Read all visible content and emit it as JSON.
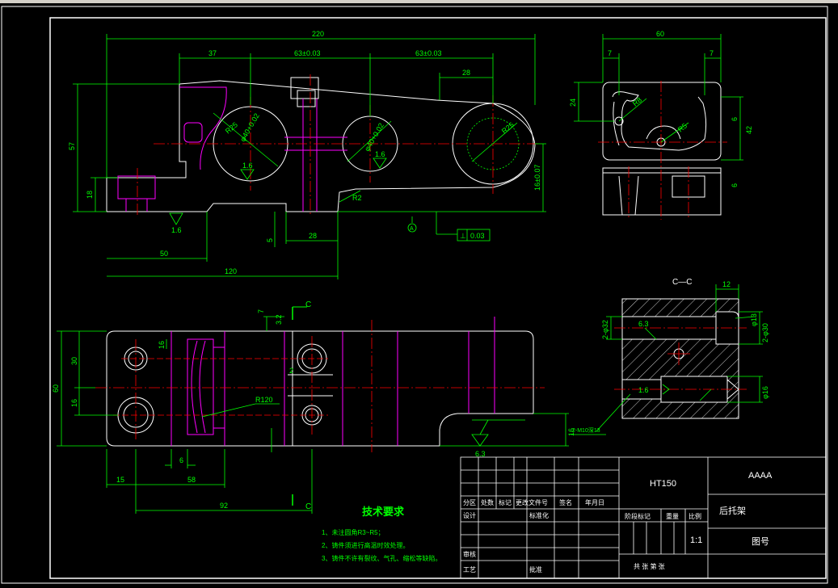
{
  "window": {
    "top_strip": ""
  },
  "colors": {
    "background": "#000000",
    "outline": "#ffffff",
    "dimension": "#00ff00",
    "centerline": "#ff0000",
    "hidden": "#ff00ff"
  },
  "front_view": {
    "dims": {
      "overall": "220",
      "d37": "37",
      "d63a": "63±0.03",
      "d63b": "63±0.03",
      "d28": "28",
      "height57": "57",
      "h18": "18",
      "d50": "50",
      "d120": "120",
      "d28b": "28",
      "d5": "5",
      "r_small": "R2",
      "hole1": "φ40+0.02",
      "hole2": "φ40+0.02",
      "r25": "R25",
      "r25b": "R25",
      "d16": "16",
      "tol": "16±0.07"
    },
    "rough1": "1.6",
    "rough2": "1.6",
    "rough3": "1.6",
    "datum": "A",
    "gtol_symbol": "⊥",
    "gtol_value": "0.03"
  },
  "side_view": {
    "dims": {
      "width60": "60",
      "d7a": "7",
      "d7b": "7",
      "d24": "24",
      "r8": "R8",
      "r5": "R5",
      "d6": "6",
      "d42": "42",
      "d6b": "6"
    }
  },
  "top_view": {
    "dims": {
      "d30": "30",
      "d16": "16",
      "d60": "60",
      "d15": "15",
      "d58": "58",
      "d92": "92",
      "d6": "6",
      "r120": "R120",
      "d7": "7",
      "d2": "2",
      "d16b": "16",
      "d16c": "16",
      "rough": "6.3",
      "rough_small": "3.2"
    },
    "section_mark_top": "C",
    "section_mark_bottom": "C"
  },
  "section_view": {
    "title": "C—C",
    "dims": {
      "d12": "12",
      "d63": "6.3",
      "phi13": "φ13",
      "d2_30": "2-φ30",
      "d32": "2-φ32",
      "r16": "φ16",
      "d16": "1.6"
    },
    "note": "2-M10深13"
  },
  "notes": {
    "title": "技术要求",
    "lines": [
      "1、未注圆角R3~R5；",
      "2、铸件须进行高温时效处理。",
      "3、铸件不许有裂纹、气孔、缩松等缺陷。"
    ]
  },
  "title_block": {
    "material": "HT150",
    "company": "AAAA",
    "part_name": "后托架",
    "scale": "1:1",
    "drawing_no_label": "图号",
    "row_labels": [
      "分区",
      "处数",
      "标记",
      "更改文件号",
      "签名",
      "年月日"
    ],
    "design": "设计",
    "standard": "标准化",
    "stage": "阶段标记",
    "weight": "重量",
    "scale_label": "比例",
    "review": "审核",
    "process": "工艺",
    "approve": "批准",
    "sheets": "共  张  第  张"
  }
}
